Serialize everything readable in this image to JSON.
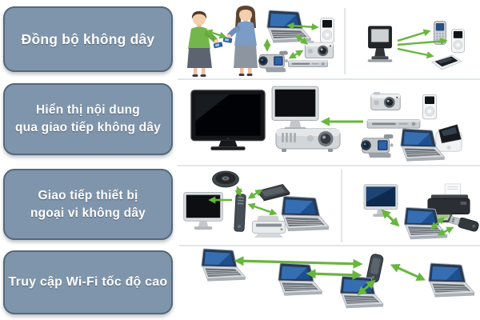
{
  "colors": {
    "background": "#ffffff",
    "label_fill": "#7f95ab",
    "label_border": "#54687a",
    "label_text": "#ffffff",
    "arrow_green": "#68b63d",
    "separator": "#d9dde0"
  },
  "rows": [
    {
      "id": "wireless-sync",
      "label_lines": [
        "Đồng bộ không dây"
      ],
      "devices": [
        "woman-with-phone",
        "woman-with-phone",
        "laptop",
        "ipod",
        "camcorder",
        "digital-camera",
        "dvd-player",
        "kiosk-display",
        "mobile-phone",
        "ipod",
        "portable-player"
      ]
    },
    {
      "id": "wireless-display",
      "label_lines": [
        "Hiển thị nội dung",
        "qua giao tiếp  không dây"
      ],
      "devices": [
        "flat-tv",
        "monitor",
        "projector",
        "digital-camera",
        "ipod",
        "dvd-player",
        "portable-media-player",
        "camcorder",
        "laptop"
      ]
    },
    {
      "id": "wireless-peripherals",
      "label_lines": [
        "Giao tiếp thiết bị",
        "ngoại vi không dây"
      ],
      "devices": [
        "external-hdd",
        "monitor",
        "usb-hub",
        "external-drive",
        "laptop",
        "printer",
        "monitor",
        "laptop",
        "printer",
        "usb-stick"
      ]
    },
    {
      "id": "wifi-access",
      "label_lines": [
        "Truy cập Wi-Fi tốc độ cao"
      ],
      "devices": [
        "laptop",
        "laptop",
        "wireless-router",
        "laptop",
        "laptop"
      ]
    }
  ]
}
